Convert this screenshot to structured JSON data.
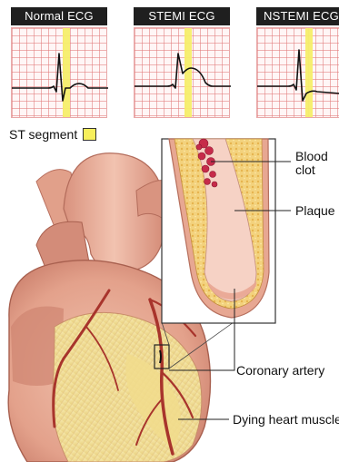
{
  "ecg_panels": [
    {
      "title": "Normal ECG"
    },
    {
      "title": "STEMI ECG"
    },
    {
      "title": "NSTEMI ECG"
    }
  ],
  "legend": {
    "st_segment": "ST segment",
    "swatch_color": "#f7ef5c"
  },
  "callouts": {
    "blood_clot_line1": "Blood",
    "blood_clot_line2": "clot",
    "plaque": "Plaque",
    "coronary_artery": "Coronary artery",
    "dying_heart_muscle": "Dying heart muscle"
  },
  "colors": {
    "ecg_grid": "#e37878",
    "st_band": "#f6ee6a",
    "plaque": "#f0d07a",
    "clot": "#c8264a",
    "heart_muscle": "#e9b19c",
    "dying_muscle": "#f3e49a"
  }
}
